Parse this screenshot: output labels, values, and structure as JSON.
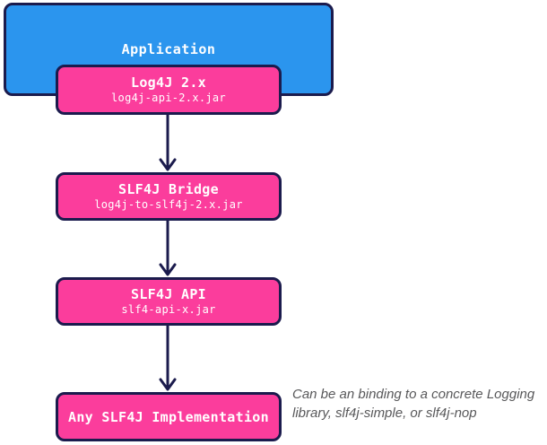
{
  "diagram": {
    "application": {
      "label": "Application"
    },
    "nodes": [
      {
        "title": "Log4J 2.x",
        "subtitle": "log4j-api-2.x.jar"
      },
      {
        "title": "SLF4J Bridge",
        "subtitle": "log4j-to-slf4j-2.x.jar"
      },
      {
        "title": "SLF4J API",
        "subtitle": "slf4-api-x.jar"
      },
      {
        "title": "Any SLF4J Implementation",
        "subtitle": ""
      }
    ],
    "annotation": "Can be an binding to a concrete Logging library, slf4j-simple, or slf4j-nop",
    "colors": {
      "blue": "#2B95EE",
      "pink": "#FB3D9C",
      "navy": "#1B1B4D",
      "text_white": "#FFFFFF",
      "annotation_gray": "#58585A"
    }
  }
}
